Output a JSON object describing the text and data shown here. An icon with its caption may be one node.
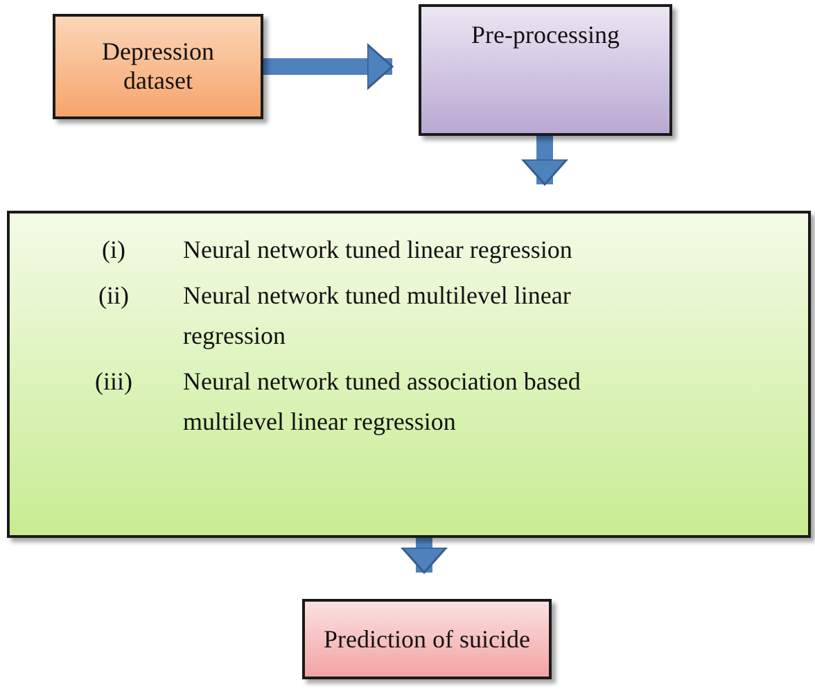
{
  "diagram": {
    "nodes": [
      {
        "text": [
          "Depression dataset"
        ]
      },
      {
        "text": [
          "Pre-processing"
        ]
      },
      {
        "text": [
          "(i)",
          "Neural network tuned linear regression",
          "(ii)",
          "Neural network tuned multilevel linear regression",
          "(iii)",
          "Neural network tuned association based multilevel linear regression"
        ]
      },
      {
        "text": [
          "Prediction of suicide"
        ]
      }
    ],
    "edges": [
      {
        "from": 0,
        "to": 1,
        "arrow": "to"
      },
      {
        "from": 1,
        "to": 2,
        "arrow": "to"
      },
      {
        "from": 2,
        "to": 3,
        "arrow": "to"
      }
    ]
  }
}
